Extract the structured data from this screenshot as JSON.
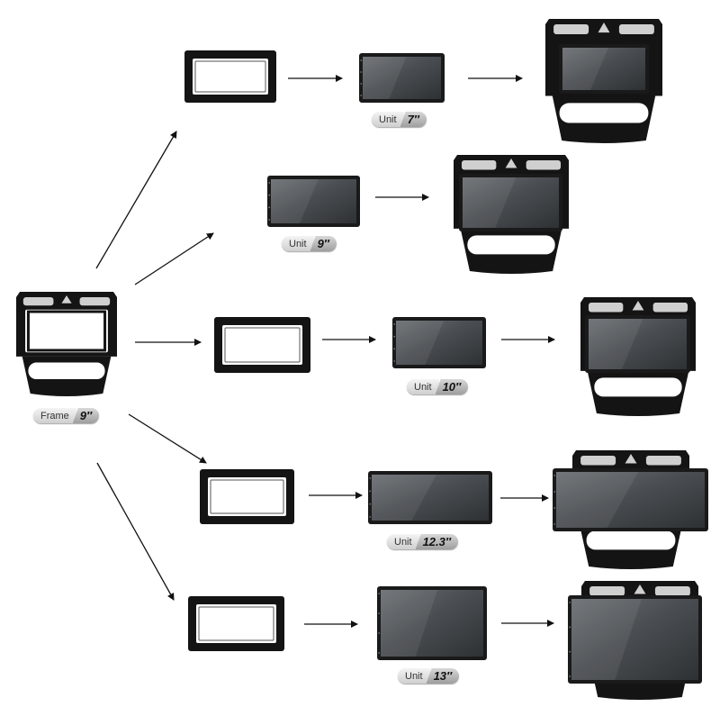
{
  "colors": {
    "frame": "#141414",
    "screen": "#4a4e52",
    "arrow": "#111111",
    "pill_light": "#e6e6e6",
    "pill_dark": "#b0b0b0"
  },
  "source": {
    "label": "Frame",
    "size": "9″"
  },
  "rows": [
    {
      "name": "7-inch",
      "unit": {
        "label": "Unit",
        "size": "7″"
      }
    },
    {
      "name": "9-inch",
      "unit": {
        "label": "Unit",
        "size": "9″"
      }
    },
    {
      "name": "10-inch",
      "unit": {
        "label": "Unit",
        "size": "10″"
      }
    },
    {
      "name": "12-3-inch",
      "unit": {
        "label": "Unit",
        "size": "12.3″"
      }
    },
    {
      "name": "13-inch",
      "unit": {
        "label": "Unit",
        "size": "13″"
      }
    }
  ]
}
